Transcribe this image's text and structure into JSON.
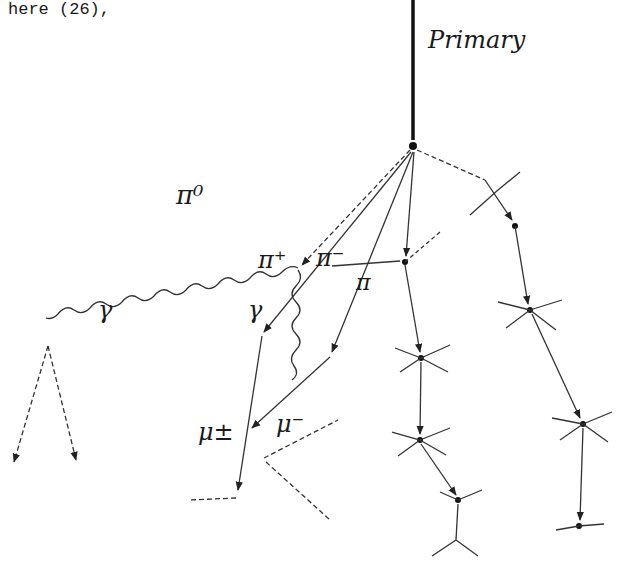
{
  "diagram": {
    "labels": [
      "here (26),",
      "Primary",
      "π⁰",
      "γ",
      "γ",
      "π⁺",
      "π⁻",
      "π",
      "μ±",
      "μ⁻"
    ]
  }
}
